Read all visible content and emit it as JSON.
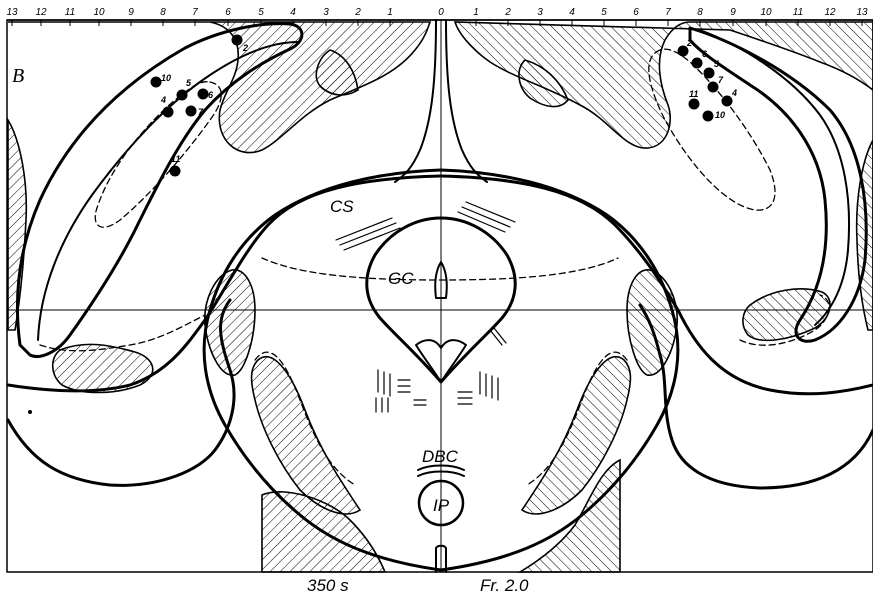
{
  "panel_letter": "B",
  "scale": {
    "left_ticks": [
      "13",
      "12",
      "11",
      "10",
      "9",
      "8",
      "7",
      "6",
      "5",
      "4",
      "3",
      "2",
      "1"
    ],
    "center_tick": "0",
    "right_ticks": [
      "1",
      "2",
      "3",
      "4",
      "5",
      "6",
      "7",
      "8",
      "9",
      "10",
      "11",
      "12",
      "13"
    ]
  },
  "regions": {
    "cs": "CS",
    "gc": "GC",
    "dbc": "DBC",
    "ip": "IP"
  },
  "captions": {
    "left": "350 s",
    "right": "Fr. 2.0"
  },
  "points": {
    "left": [
      {
        "label": "2"
      },
      {
        "label": "10"
      },
      {
        "label": "5"
      },
      {
        "label": "6"
      },
      {
        "label": "4"
      },
      {
        "label": "7"
      },
      {
        "label": "11"
      }
    ],
    "right": [
      {
        "label": "2"
      },
      {
        "label": "6"
      },
      {
        "label": "5"
      },
      {
        "label": "7"
      },
      {
        "label": "11"
      },
      {
        "label": "4"
      },
      {
        "label": "10"
      }
    ]
  },
  "colors": {
    "ink": "#000000",
    "paper": "#ffffff"
  }
}
